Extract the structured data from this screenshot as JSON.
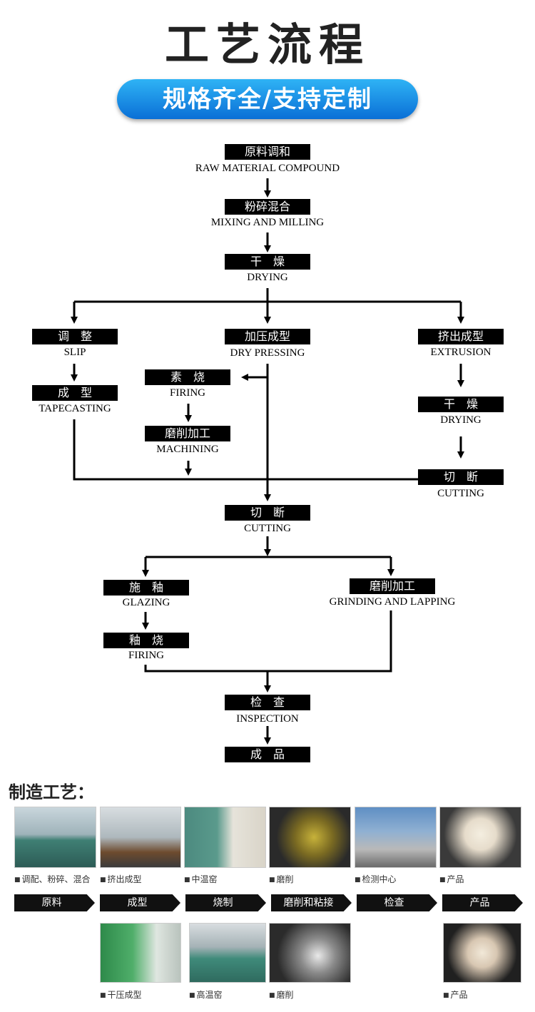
{
  "header": {
    "title": "工艺流程",
    "banner": "规格齐全/支持定制"
  },
  "flow": {
    "raw": {
      "zh": "原料调和",
      "en": "RAW MATERIAL COMPOUND"
    },
    "mixing": {
      "zh": "粉碎混合",
      "en": "MIXING AND MILLING"
    },
    "drying": {
      "zh": "干　燥",
      "en": "DRYING"
    },
    "slip": {
      "zh": "调　整",
      "en": "SLIP"
    },
    "dry_pressing": {
      "zh": "加压成型",
      "en": "DRY PRESSING"
    },
    "extrusion": {
      "zh": "挤出成型",
      "en": "EXTRUSION"
    },
    "tapecasting": {
      "zh": "成　型",
      "en": "TAPECASTING"
    },
    "firing1": {
      "zh": "素　烧",
      "en": "FIRING"
    },
    "machining": {
      "zh": "磨削加工",
      "en": "MACHINING"
    },
    "drying2": {
      "zh": "干　燥",
      "en": "DRYING"
    },
    "cutting_right": {
      "zh": "切　断",
      "en": "CUTTING"
    },
    "cutting": {
      "zh": "切　断",
      "en": "CUTTING"
    },
    "glazing": {
      "zh": "施　釉",
      "en": "GLAZING"
    },
    "grinding": {
      "zh": "磨削加工",
      "en": "GRINDING AND LAPPING"
    },
    "firing2": {
      "zh": "釉　烧",
      "en": "FIRING"
    },
    "inspection": {
      "zh": "检　查",
      "en": "INSPECTION"
    },
    "product": {
      "zh": "成　品"
    }
  },
  "manufacturing": {
    "title": "制造工艺：",
    "top_captions": [
      "调配、粉碎、混合",
      "挤出成型",
      "中温窑",
      "磨削",
      "检测中心",
      "产品"
    ],
    "steps": [
      "原料",
      "成型",
      "烧制",
      "磨削和粘接",
      "检查",
      "产品"
    ],
    "bottom_captions": [
      "干压成型",
      "高温窑",
      "磨削",
      "产品"
    ]
  },
  "colors": {
    "banner_top": "#2fb3f5",
    "banner_bottom": "#0a6fd6",
    "box": "#000000"
  }
}
